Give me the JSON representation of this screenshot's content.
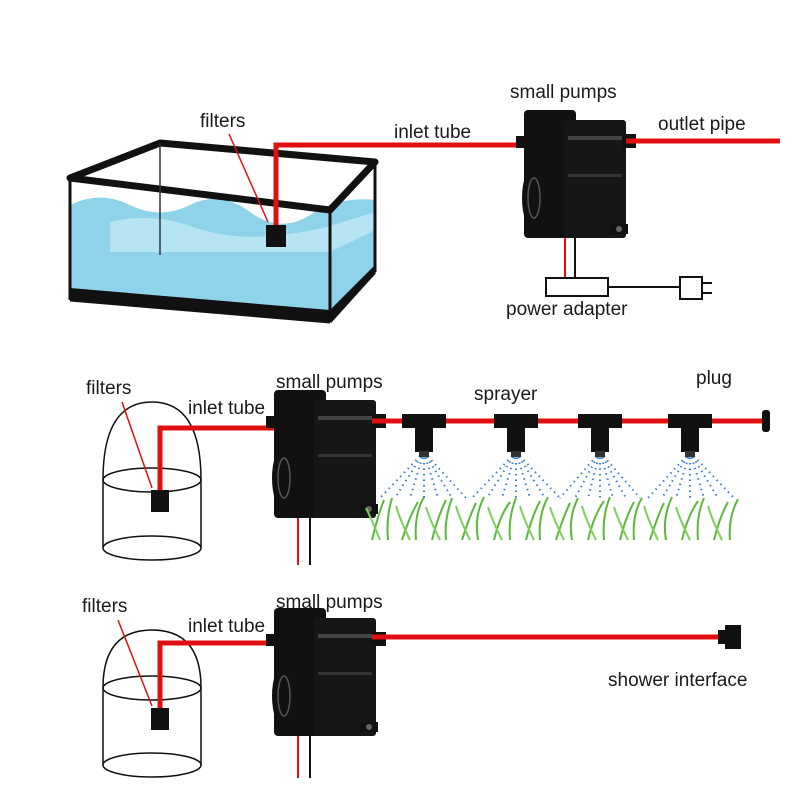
{
  "labels": {
    "diagram1": {
      "filters": "filters",
      "inlet_tube": "inlet tube",
      "small_pumps": "small pumps",
      "outlet_pipe": "outlet pipe",
      "power_adapter": "power adapter"
    },
    "diagram2": {
      "filters": "filters",
      "inlet_tube": "inlet tube",
      "small_pumps": "small pumps",
      "sprayer": "sprayer",
      "plug": "plug"
    },
    "diagram3": {
      "filters": "filters",
      "inlet_tube": "inlet tube",
      "small_pumps": "small pumps",
      "shower_interface": "shower interface"
    }
  },
  "colors": {
    "pipe": "#e01010",
    "water": "#8fd3ea",
    "water_dark": "#5fb6d6",
    "outline": "#111111",
    "spray": "#3a7fd0",
    "grass": "#5cb83a"
  },
  "icons": [
    "water-tank",
    "bucket-icon",
    "pump-icon",
    "power-adapter-icon",
    "electric-plug-icon",
    "sprayer-nozzle-icon",
    "end-plug-icon",
    "shower-connector-icon"
  ]
}
